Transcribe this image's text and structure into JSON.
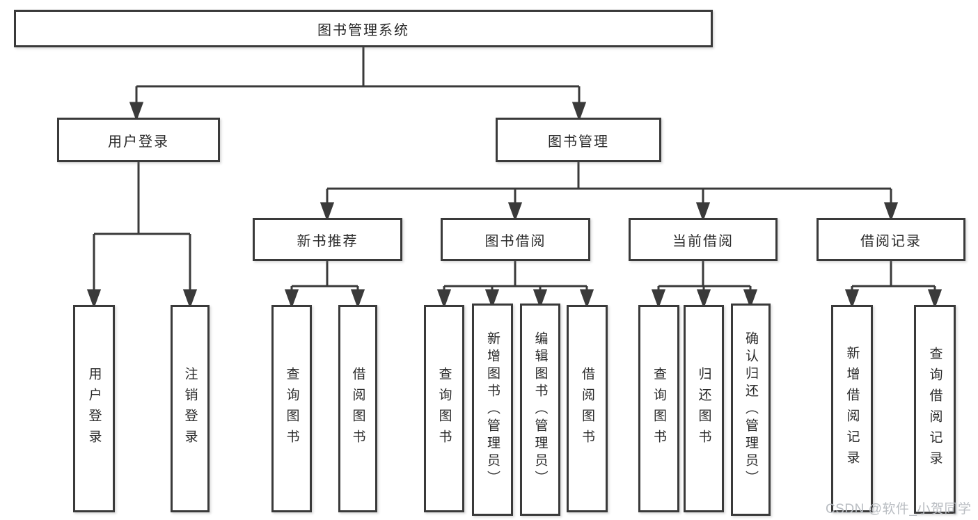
{
  "diagram": {
    "root": {
      "label": "图书管理系统"
    },
    "level2": [
      {
        "label": "用户登录"
      },
      {
        "label": "图书管理"
      }
    ],
    "level3": [
      {
        "label": "新书推荐"
      },
      {
        "label": "图书借阅"
      },
      {
        "label": "当前借阅"
      },
      {
        "label": "借阅记录"
      }
    ],
    "leaves": {
      "user_login": [
        {
          "label": "用户登录"
        },
        {
          "label": "注销登录"
        }
      ],
      "new_book": [
        {
          "label": "查询图书"
        },
        {
          "label": "借阅图书"
        }
      ],
      "borrow": [
        {
          "label": "查询图书"
        },
        {
          "label": "新增图书（管理员）"
        },
        {
          "label": "编辑图书（管理员）"
        },
        {
          "label": "借阅图书"
        }
      ],
      "current": [
        {
          "label": "查询图书"
        },
        {
          "label": "归还图书"
        },
        {
          "label": "确认归还（管理员）"
        }
      ],
      "records": [
        {
          "label": "新增借阅记录"
        },
        {
          "label": "查询借阅记录"
        }
      ]
    }
  },
  "watermark": {
    "text": "CSDN @软件_小贺同学"
  },
  "colors": {
    "line": "#3a3a3a",
    "text": "#2a2a2a",
    "background": "#ffffff",
    "watermark": "#b9bdc2"
  }
}
